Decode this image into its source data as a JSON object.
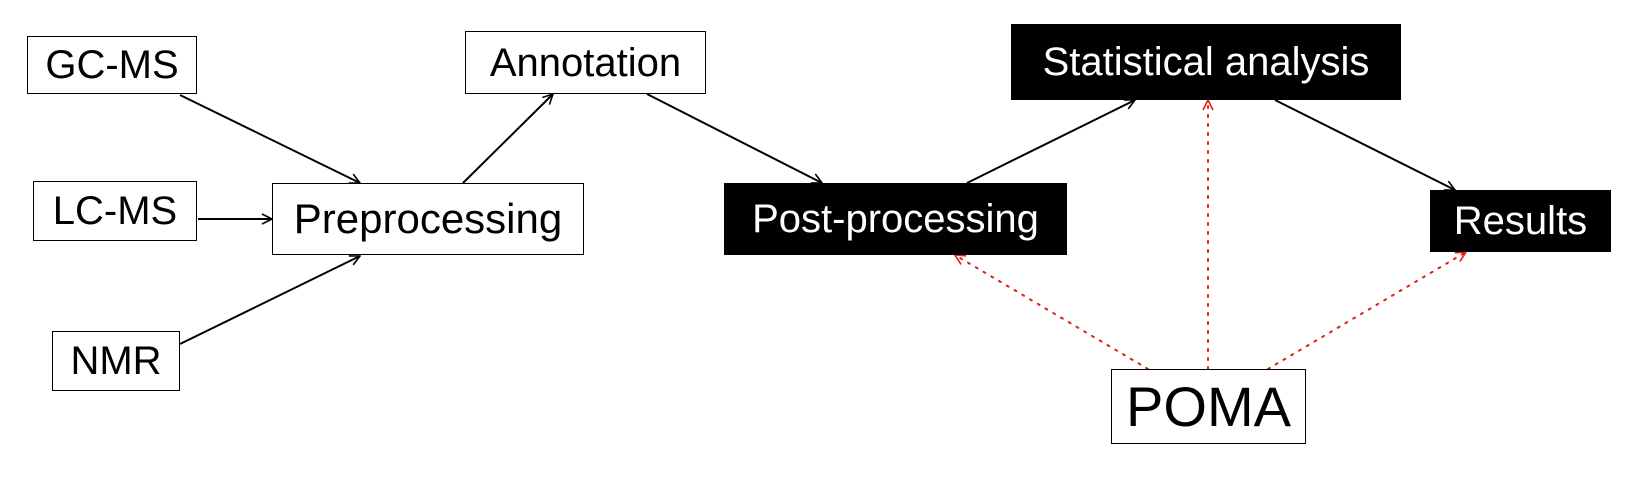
{
  "nodes": {
    "gcms": {
      "label": "GC-MS"
    },
    "lcms": {
      "label": "LC-MS"
    },
    "nmr": {
      "label": "NMR"
    },
    "preprocessing": {
      "label": "Preprocessing"
    },
    "annotation": {
      "label": "Annotation"
    },
    "post_processing": {
      "label": "Post-processing"
    },
    "statistical_analysis": {
      "label": "Statistical analysis"
    },
    "results": {
      "label": "Results"
    },
    "poma": {
      "label": "POMA"
    }
  },
  "edges": [
    {
      "from": "GC-MS",
      "to": "Preprocessing",
      "style": "solid"
    },
    {
      "from": "LC-MS",
      "to": "Preprocessing",
      "style": "solid"
    },
    {
      "from": "NMR",
      "to": "Preprocessing",
      "style": "solid"
    },
    {
      "from": "Preprocessing",
      "to": "Annotation",
      "style": "solid"
    },
    {
      "from": "Annotation",
      "to": "Post-processing",
      "style": "solid"
    },
    {
      "from": "Post-processing",
      "to": "Statistical analysis",
      "style": "solid"
    },
    {
      "from": "Statistical analysis",
      "to": "Results",
      "style": "solid"
    },
    {
      "from": "POMA",
      "to": "Post-processing",
      "style": "dotted"
    },
    {
      "from": "POMA",
      "to": "Statistical analysis",
      "style": "dotted"
    },
    {
      "from": "POMA",
      "to": "Results",
      "style": "dotted"
    }
  ],
  "colors": {
    "solid_edge": "#000000",
    "dotted_edge": "#e8190f",
    "dark_node_fill": "#000000",
    "dark_node_text": "#ffffff",
    "light_node_fill": "#ffffff",
    "light_node_text": "#000000"
  }
}
